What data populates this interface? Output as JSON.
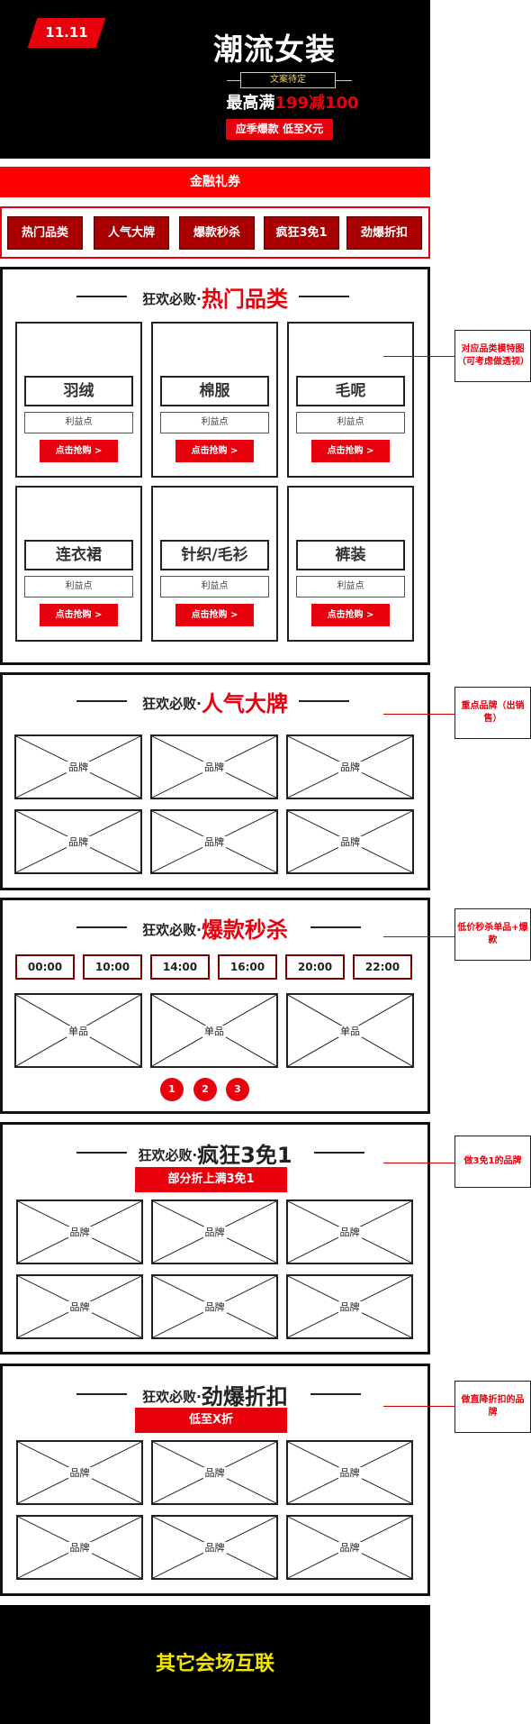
{
  "hero": {
    "badge": "11.11",
    "title": "潮流女装",
    "subtitle": "文案待定",
    "price_prefix": "最高满",
    "price_highlight": "199减100",
    "cta": "应季爆款 低至X元"
  },
  "coupon_bar": "金融礼券",
  "nav": [
    "热门品类",
    "人气大牌",
    "爆款秒杀",
    "疯狂3免1",
    "劲爆折扣"
  ],
  "section_prefix": "狂欢必败·",
  "hot_categories": {
    "title": "热门品类",
    "items": [
      {
        "name": "羽绒",
        "point": "利益点",
        "button": "点击抢购 >"
      },
      {
        "name": "棉服",
        "point": "利益点",
        "button": "点击抢购 >"
      },
      {
        "name": "毛呢",
        "point": "利益点",
        "button": "点击抢购 >"
      },
      {
        "name": "连衣裙",
        "point": "利益点",
        "button": "点击抢购 >"
      },
      {
        "name": "针织/毛衫",
        "point": "利益点",
        "button": "点击抢购 >"
      },
      {
        "name": "裤装",
        "point": "利益点",
        "button": "点击抢购 >"
      }
    ],
    "note": "对应品类模特图（可考虑做透视）"
  },
  "popular_brands": {
    "title": "人气大牌",
    "tiles": [
      "品牌",
      "品牌",
      "品牌",
      "品牌",
      "品牌",
      "品牌"
    ],
    "note": "重点品牌（出销售）"
  },
  "flash_sale": {
    "title": "爆款秒杀",
    "times": [
      "00:00",
      "10:00",
      "14:00",
      "16:00",
      "20:00",
      "22:00"
    ],
    "tiles": [
      "单品",
      "单品",
      "单品"
    ],
    "pages": [
      "1",
      "2",
      "3"
    ],
    "note": "低价秒杀单品+爆款"
  },
  "three_free_one": {
    "title": "疯狂3免1",
    "banner": "部分折上满3免1",
    "tiles": [
      "品牌",
      "品牌",
      "品牌",
      "品牌",
      "品牌",
      "品牌"
    ],
    "note": "做3免1的品牌"
  },
  "discount": {
    "title": "劲爆折扣",
    "banner": "低至X折",
    "tiles": [
      "品牌",
      "品牌",
      "品牌",
      "品牌",
      "品牌",
      "品牌"
    ],
    "note": "做直降折扣的品牌"
  },
  "footer": "其它会场互联"
}
